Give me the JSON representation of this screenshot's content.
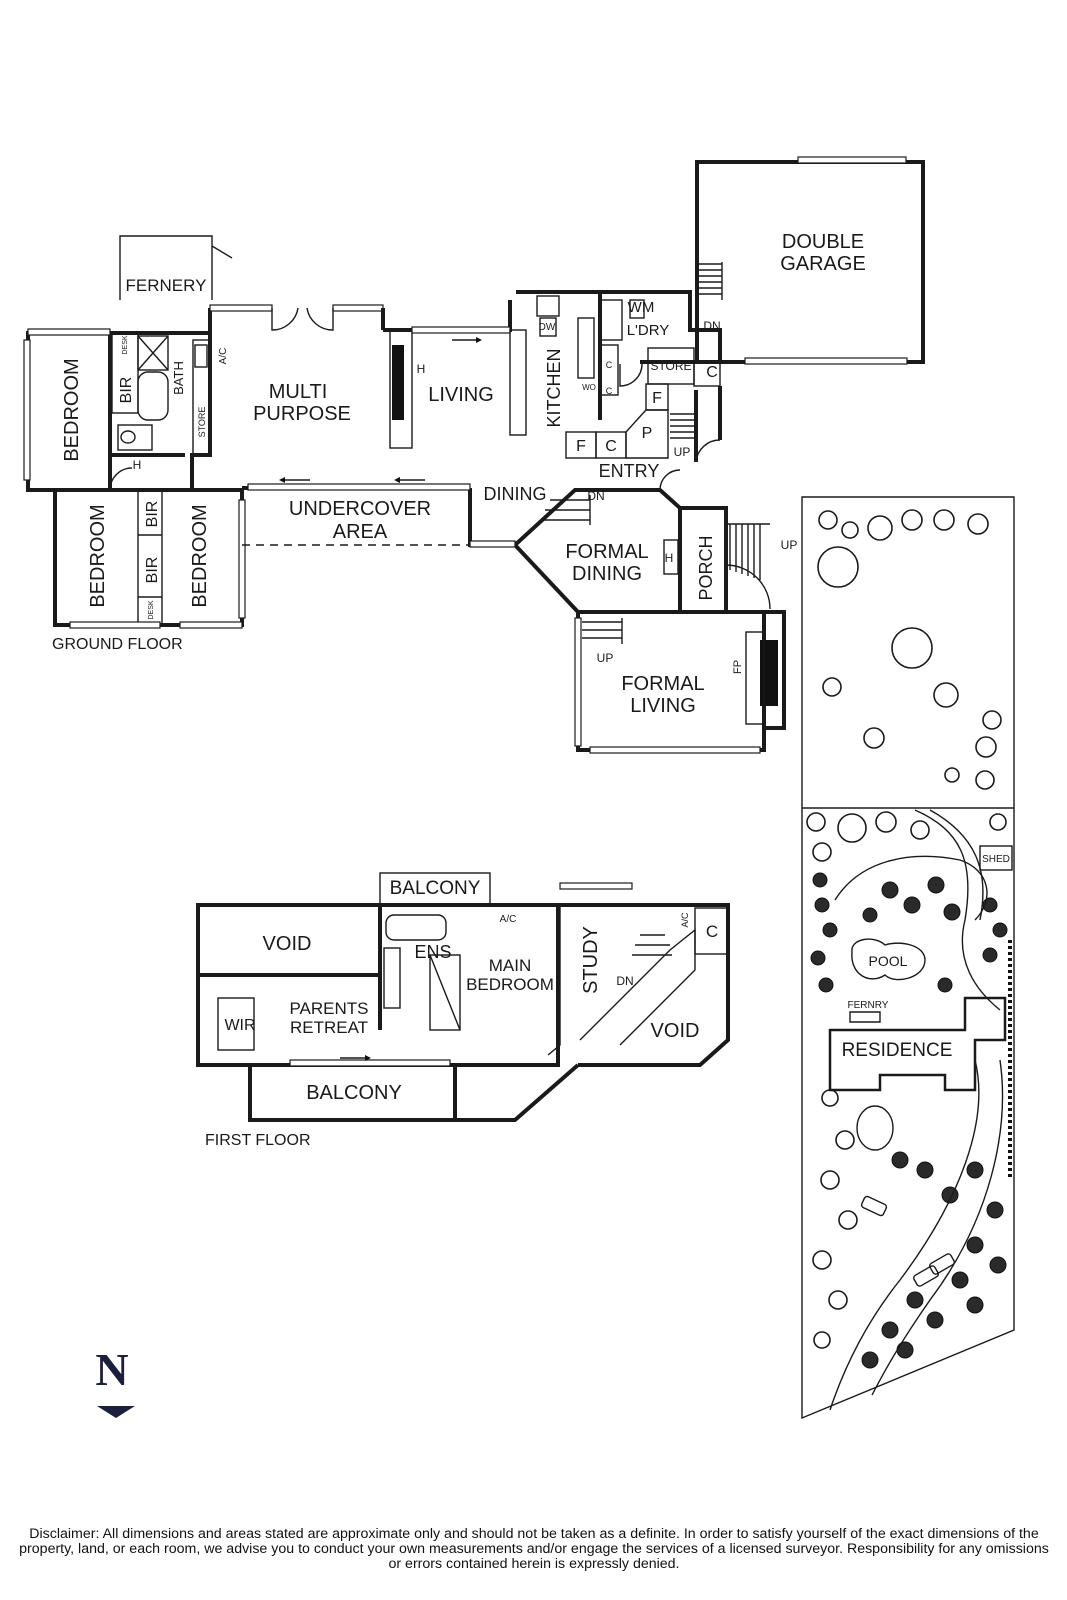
{
  "colors": {
    "ink": "#1a1a1a",
    "paper": "#ffffff",
    "compass": "#1b1f3b"
  },
  "floors": {
    "ground": {
      "title": "GROUND FLOOR",
      "rooms": {
        "double_garage_1": "DOUBLE",
        "double_garage_2": "GARAGE",
        "fernery": "FERNERY",
        "bedroom_west": "BEDROOM",
        "bedroom_sw": "BEDROOM",
        "bedroom_s": "BEDROOM",
        "multi_purpose_1": "MULTI",
        "multi_purpose_2": "PURPOSE",
        "living": "LIVING",
        "kitchen": "KITCHEN",
        "laundry": "L'DRY",
        "wm": "WM",
        "store_kitchen": "STORE",
        "entry": "ENTRY",
        "dining": "DINING",
        "formal_dining_1": "FORMAL",
        "formal_dining_2": "DINING",
        "porch": "PORCH",
        "formal_living_1": "FORMAL",
        "formal_living_2": "LIVING",
        "undercover_1": "UNDERCOVER",
        "undercover_2": "AREA",
        "bath": "BATH",
        "bir_1": "BIR",
        "bir_2": "BIR",
        "bir_3": "BIR",
        "store_bath": "STORE"
      },
      "fixtures": {
        "desk_1": "DESK",
        "desk_2": "DESK",
        "ac": "A/C",
        "heater_1": "H",
        "heater_2": "H",
        "heater_3": "H",
        "dw": "DW",
        "wo": "WO",
        "c_1": "C",
        "c_2": "C",
        "c_3": "C",
        "f_1": "F",
        "f_2": "F",
        "p": "P",
        "dn_1": "DN",
        "dn_2": "DN",
        "up_1": "UP",
        "up_2": "UP",
        "up_3": "UP",
        "fp": "FP"
      }
    },
    "first": {
      "title": "FIRST FLOOR",
      "rooms": {
        "balcony_north": "BALCONY",
        "void_west": "VOID",
        "ens": "ENS",
        "main_bedroom_1": "MAIN",
        "main_bedroom_2": "BEDROOM",
        "study": "STUDY",
        "void_east": "VOID",
        "wir": "WIR",
        "parents_retreat_1": "PARENTS",
        "parents_retreat_2": "RETREAT",
        "balcony_south": "BALCONY"
      },
      "fixtures": {
        "ac_1": "A/C",
        "ac_2": "A/C",
        "c": "C",
        "dn": "DN"
      }
    }
  },
  "site": {
    "labels": {
      "shed": "SHED",
      "pool": "POOL",
      "fernery": "FERNRY",
      "residence": "RESIDENCE"
    }
  },
  "compass": {
    "letter": "N"
  },
  "disclaimer": "Disclaimer: All dimensions and areas stated are approximate only and should not be taken as a definite. In order to satisfy yourself of the exact dimensions of the property, land, or each room, we advise you to conduct your own measurements and/or engage the services of a licensed surveyor. Responsibility for any omissions or errors contained herein is expressly denied."
}
